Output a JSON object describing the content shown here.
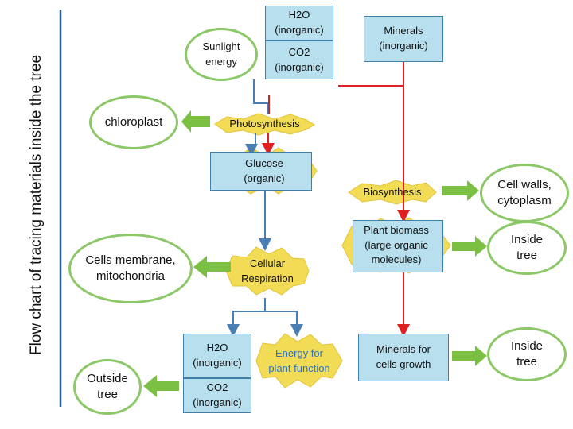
{
  "title": "Flow chart of tracing materials inside the tree",
  "nodes": {
    "h2o_top": "H2O\n(inorganic)",
    "co2_top": "CO2\n(inorganic)",
    "sunlight": "Sunlight\nenergy",
    "minerals": "Minerals\n(inorganic)",
    "chloroplast": "chloroplast",
    "photosynthesis": "Photosynthesis",
    "glucose": "Glucose\n(organic)",
    "biosynthesis": "Biosynthesis",
    "cell_walls": "Cell walls,\ncytoplasm",
    "plant_biomass": "Plant biomass\n(large organic\nmolecules)",
    "inside_tree_1": "Inside\ntree",
    "cells_membrane": "Cells membrane,\nmitochondria",
    "cellular_respiration": "Cellular\nRespiration",
    "h2o_bottom": "H2O\n(inorganic)",
    "co2_bottom": "CO2\n(inorganic)",
    "energy": "Energy for\nplant function",
    "minerals_growth": "Minerals for\ncells growth",
    "outside_tree": "Outside\ntree",
    "inside_tree_2": "Inside\ntree"
  },
  "colors": {
    "box_fill": "#b7dfee",
    "box_border": "#3f7fa8",
    "oval_border": "#8cc768",
    "arrow_blue": "#4a7fb5",
    "arrow_red": "#e02020",
    "arrow_green": "#7cc043",
    "burst_fill": "#f3dc55",
    "divider": "#2d5f8a"
  }
}
